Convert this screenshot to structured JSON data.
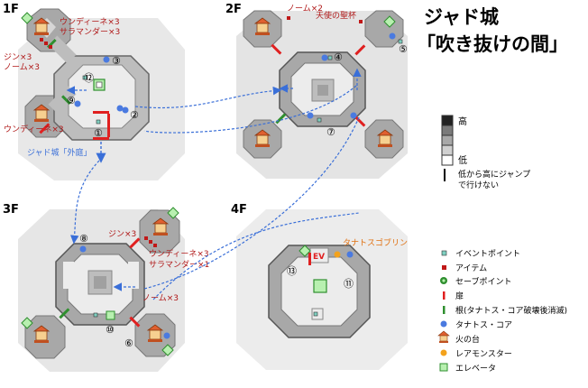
{
  "title": {
    "line1": "ジャド城",
    "line2": "「吹き抜けの間」"
  },
  "floors": {
    "f1": {
      "label": "1F",
      "notes": [
        "ウンディーネ×3",
        "サラマンダー×3",
        "ジン×3",
        "ノーム×3",
        "ウンディーネ×3"
      ],
      "exit_label": "ジャド城「外庭」",
      "numbers": [
        "③",
        "⑫",
        "⑨",
        "②",
        "①"
      ]
    },
    "f2": {
      "label": "2F",
      "notes": [
        "ノーム×2",
        "天使の聖杯"
      ],
      "numbers": [
        "④",
        "⑤",
        "⑦"
      ]
    },
    "f3": {
      "label": "3F",
      "notes": [
        "ジン×3",
        "ウンディーネ×3",
        "サラマンダー×1",
        "ノーム×3"
      ],
      "numbers": [
        "⑧",
        "⑩",
        "⑥"
      ]
    },
    "f4": {
      "label": "4F",
      "notes": [
        "タナトスゴブリン"
      ],
      "ev_label": "EV",
      "numbers": [
        "⑬",
        "⑪"
      ]
    }
  },
  "height_legend": {
    "high": "高",
    "low": "低",
    "jump_note_1": "低から高にジャンプ",
    "jump_note_2": "で行けない"
  },
  "legend": [
    {
      "icon": "event-point",
      "label": "イベントポイント"
    },
    {
      "icon": "item",
      "label": "アイテム"
    },
    {
      "icon": "save-point",
      "label": "セーブポイント"
    },
    {
      "icon": "door",
      "label": "扉"
    },
    {
      "icon": "root",
      "label": "根(タナトス・コア破壊後消滅)"
    },
    {
      "icon": "thanatos-core",
      "label": "タナトス・コア"
    },
    {
      "icon": "fire-stand",
      "label": "火の台"
    },
    {
      "icon": "rare-monster",
      "label": "レアモンスター"
    },
    {
      "icon": "elevator",
      "label": "エレベータ"
    }
  ],
  "colors": {
    "light_floor": "#d6d6d6",
    "mid_floor": "#a8a8a8",
    "high_floor": "#7a7a7a",
    "door_red": "#e02020",
    "root_green": "#2f8f2f",
    "core_blue": "#4a7ae0",
    "rare_orange": "#f3a21c",
    "elevator_green": "#b8f0b0",
    "note_red": "#b01818",
    "orange_text": "#e07010",
    "arrow_blue": "#3a6fd8"
  }
}
